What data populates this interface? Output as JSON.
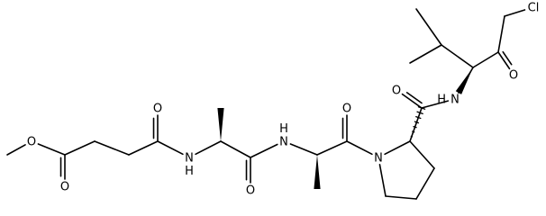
{
  "structure": {
    "atom_labels": [
      {
        "id": "o-ester",
        "text": "O"
      },
      {
        "id": "o-ester-carbonyl",
        "text": "O"
      },
      {
        "id": "o-amide-1",
        "text": "O"
      },
      {
        "id": "n-amide-1",
        "text": "N",
        "h": "H"
      },
      {
        "id": "o-amide-2",
        "text": "O"
      },
      {
        "id": "n-amide-2",
        "text": "N",
        "h": "H"
      },
      {
        "id": "o-amide-3",
        "text": "O"
      },
      {
        "id": "n-proline",
        "text": "N"
      },
      {
        "id": "o-amide-4",
        "text": "O"
      },
      {
        "id": "n-amide-4",
        "text": "N",
        "h": "H"
      },
      {
        "id": "o-ketone",
        "text": "O"
      },
      {
        "id": "cl-chloro",
        "text": "Cl"
      }
    ]
  }
}
